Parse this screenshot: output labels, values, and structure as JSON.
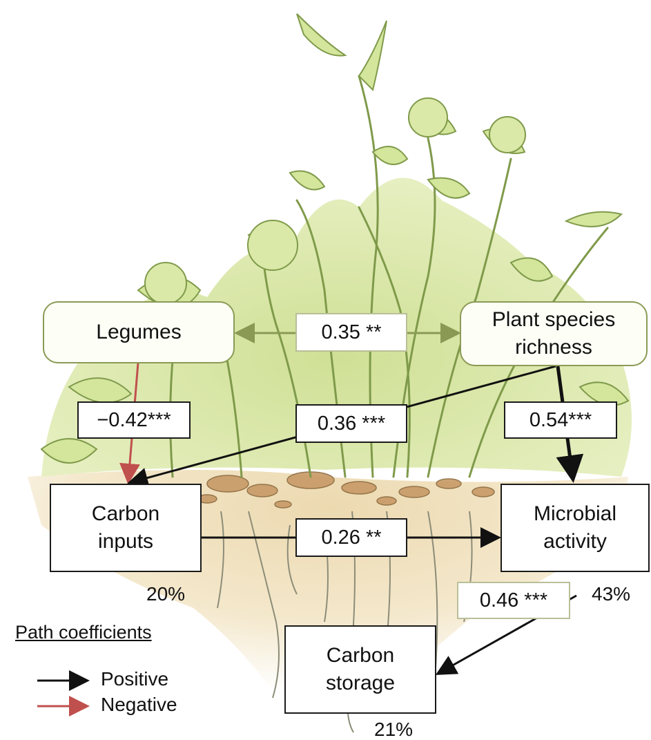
{
  "nodes": {
    "legumes": "Legumes",
    "richness_line1": "Plant species",
    "richness_line2": "richness",
    "carbon_inputs_line1": "Carbon",
    "carbon_inputs_line2": "inputs",
    "microbial_line1": "Microbial",
    "microbial_line2": "activity",
    "carbon_storage_line1": "Carbon",
    "carbon_storage_line2": "storage"
  },
  "paths": {
    "legumes_richness": "0.35 **",
    "legumes_carbon_inputs": "−0.42***",
    "richness_carbon_inputs": "0.36 ***",
    "richness_microbial": "0.54***",
    "carbon_inputs_microbial": "0.26 **",
    "microbial_carbon_storage": "0.46 ***"
  },
  "explained_variance": {
    "carbon_inputs": "20%",
    "microbial_activity": "43%",
    "carbon_storage": "21%"
  },
  "legend": {
    "title": "Path coefficients",
    "positive": "Positive",
    "negative": "Negative"
  },
  "colors": {
    "positive_arrow": "#111111",
    "negative_arrow": "#c0504d",
    "correlation_arrow": "#8a9a55",
    "foliage_light": "#d8e6a4",
    "foliage_mid": "#c5d98a",
    "stem_outline": "#7f9a4a",
    "soil": "#f1e3c4",
    "soil_clod": "#c89a67"
  }
}
